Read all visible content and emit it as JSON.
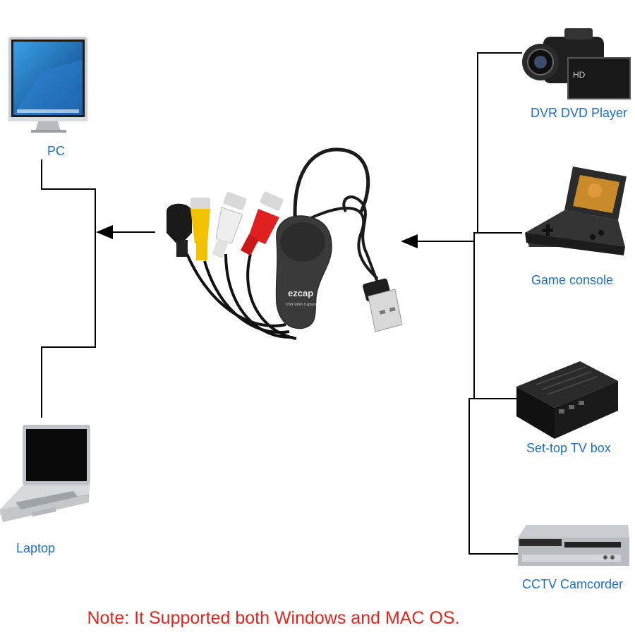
{
  "left_devices": [
    {
      "id": "pc",
      "label": "PC"
    },
    {
      "id": "laptop",
      "label": "Laptop"
    }
  ],
  "right_devices": [
    {
      "id": "camera",
      "label": "DVR DVD Player"
    },
    {
      "id": "console",
      "label": "Game console"
    },
    {
      "id": "settop",
      "label": "Set-top TV box"
    },
    {
      "id": "dvd",
      "label": "CCTV Camcorder"
    }
  ],
  "center_device": {
    "brand": "ezcap",
    "model": "USB Video Capture",
    "cable_colors": [
      "#222222",
      "#f2c200",
      "#eeeeee",
      "#e02020"
    ]
  },
  "note": "Note: It Supported both Windows and MAC OS.",
  "colors": {
    "label": "#1e6fc4",
    "note": "#e0251d",
    "lines": "#000000"
  }
}
